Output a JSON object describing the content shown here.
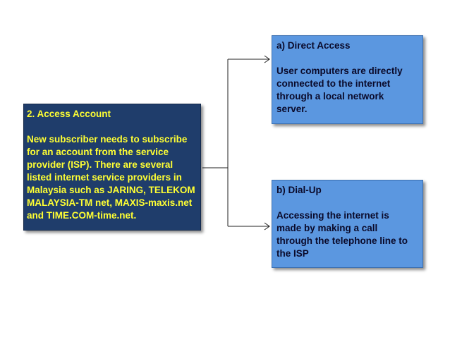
{
  "left_box": {
    "heading": "2.   Access Account",
    "body": "New subscriber needs to subscribe\nfor an account from the service\nprovider (ISP). There are several\nlisted internet service providers in\nMalaysia such as JARING, TELEKOM\nMALAYSIA-TM net, MAXIS-maxis.net\nand TIME.COM-time.net."
  },
  "box_a": {
    "heading": "a)   Direct Access",
    "body": "User computers are directly\nconnected to the internet\nthrough a local network\nserver."
  },
  "box_b": {
    "heading": "b) Dial-Up",
    "body": "Accessing the internet is\nmade by making a call\nthrough the telephone line to\nthe ISP"
  },
  "colors": {
    "left_box_fill": "#1f3d6b",
    "left_box_text": "#ffff33",
    "right_box_fill": "#5b97e0",
    "right_box_text": "#0a0a2a",
    "connector": "#222222"
  }
}
